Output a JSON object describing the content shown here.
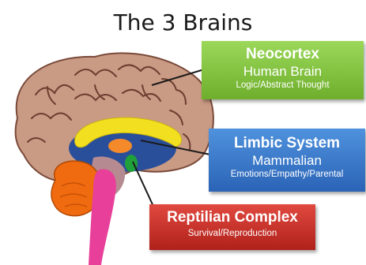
{
  "title": "The 3 Brains",
  "boxes": {
    "neocortex": {
      "title": "Neocortex",
      "subtitle": "Human Brain",
      "description": "Logic/Abstract Thought",
      "color": "#7cc13a"
    },
    "limbic": {
      "title": "Limbic System",
      "subtitle": "Mammalian",
      "description": "Emotions/Empathy/Parental",
      "color": "#3a7bd0"
    },
    "reptilian": {
      "title": "Reptilian Complex",
      "description": "Survival/Reproduction",
      "color": "#c8302a"
    }
  },
  "brain_colors": {
    "cortex": "#c99a84",
    "cortex_fold": "#6b3e30",
    "corpus": "#f2e020",
    "limbic_region": "#2a4f9a",
    "thalamus": "#f58a2a",
    "amygdala": "#1fa03a",
    "cerebellum": "#f06a10",
    "brainstem": "#e8409a",
    "midbrain": "#b58a90"
  }
}
